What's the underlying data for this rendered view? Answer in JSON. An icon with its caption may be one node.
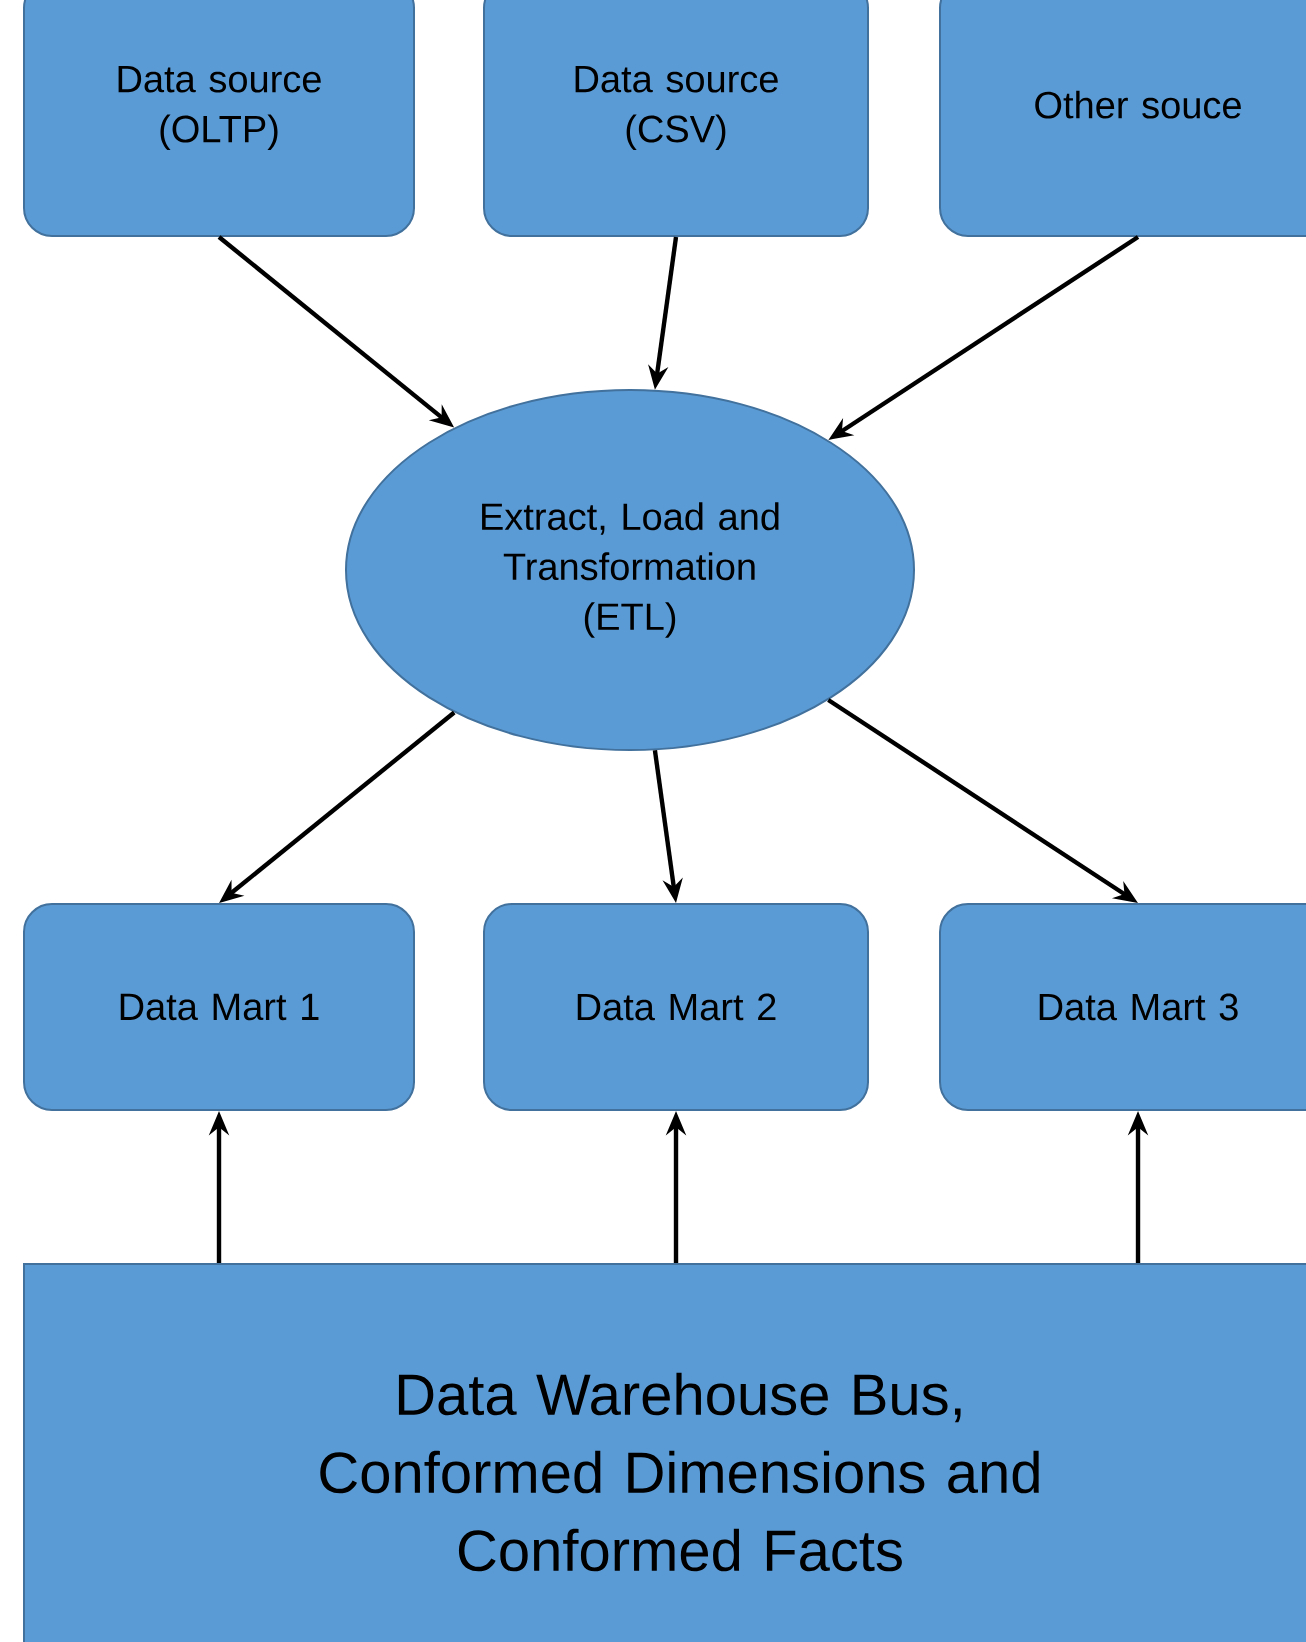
{
  "diagram": {
    "nodes": [
      {
        "text": [
          "Data source (OLTP)"
        ]
      },
      {
        "text": [
          "Data source (CSV)"
        ]
      },
      {
        "text": [
          "Other souce"
        ]
      },
      {
        "text": [
          "Extract, Load and Transformation (ETL)"
        ]
      },
      {
        "text": [
          "Data Mart 1"
        ]
      },
      {
        "text": [
          "Data Mart 2"
        ]
      },
      {
        "text": [
          "Data Mart 3"
        ]
      },
      {
        "text": [
          "Data Warehouse Bus, Conformed Dimensions and Conformed Facts"
        ]
      }
    ],
    "edges": [
      {
        "from": 0,
        "to": 3,
        "arrow": "to"
      },
      {
        "from": 1,
        "to": 3,
        "arrow": "to"
      },
      {
        "from": 2,
        "to": 3,
        "arrow": "to"
      },
      {
        "from": 3,
        "to": 4,
        "arrow": "to"
      },
      {
        "from": 3,
        "to": 5,
        "arrow": "to"
      },
      {
        "from": 3,
        "to": 6,
        "arrow": "to"
      },
      {
        "from": 7,
        "to": 4,
        "arrow": "to"
      },
      {
        "from": 7,
        "to": 5,
        "arrow": "to"
      },
      {
        "from": 7,
        "to": 6,
        "arrow": "to"
      }
    ]
  }
}
